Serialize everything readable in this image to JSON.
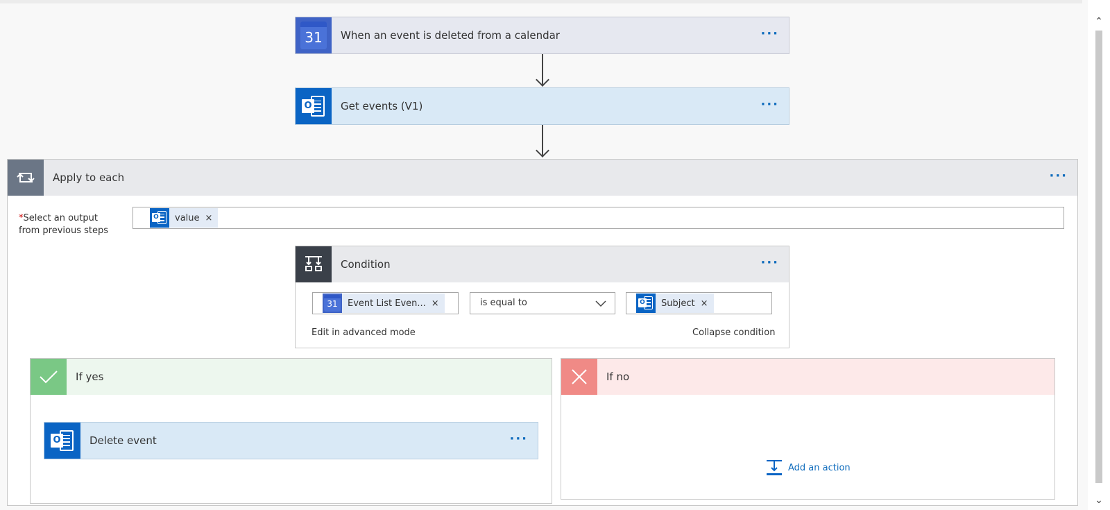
{
  "trigger": {
    "title": "When an event is deleted from a calendar",
    "icon_text": "31",
    "more": "···"
  },
  "get_events": {
    "title": "Get events (V1)",
    "icon_letter": "O",
    "more": "···"
  },
  "apply_each": {
    "title": "Apply to each",
    "more": "···",
    "required_mark": "*",
    "select_label_line1": "Select an output",
    "select_label_line2": "from previous steps",
    "token": {
      "label": "value",
      "icon_letter": "O",
      "remove": "×"
    }
  },
  "condition": {
    "title": "Condition",
    "more": "···",
    "left_token": {
      "label": "Event List Even...",
      "icon_text": "31",
      "remove": "×"
    },
    "operator": "is equal to",
    "right_token": {
      "label": "Subject",
      "icon_letter": "O",
      "remove": "×"
    },
    "edit_advanced": "Edit in advanced mode",
    "collapse": "Collapse condition"
  },
  "if_yes": {
    "title": "If yes",
    "action": {
      "title": "Delete event",
      "icon_letter": "O",
      "more": "···"
    }
  },
  "if_no": {
    "title": "If no",
    "add_action": "Add an action"
  },
  "colors": {
    "accent": "#0f6cbd",
    "trigger_header": "#e6e8f0",
    "action_header": "#d9e9f6",
    "outlook_blue": "#0a64c4",
    "loop_header": "#e8e9ec",
    "loop_icon": "#6b7686",
    "condition_icon": "#3a4049",
    "yes_header": "#edf7ee",
    "yes_icon": "#7ac885",
    "no_header": "#fde9e9",
    "no_icon": "#f08a86"
  }
}
